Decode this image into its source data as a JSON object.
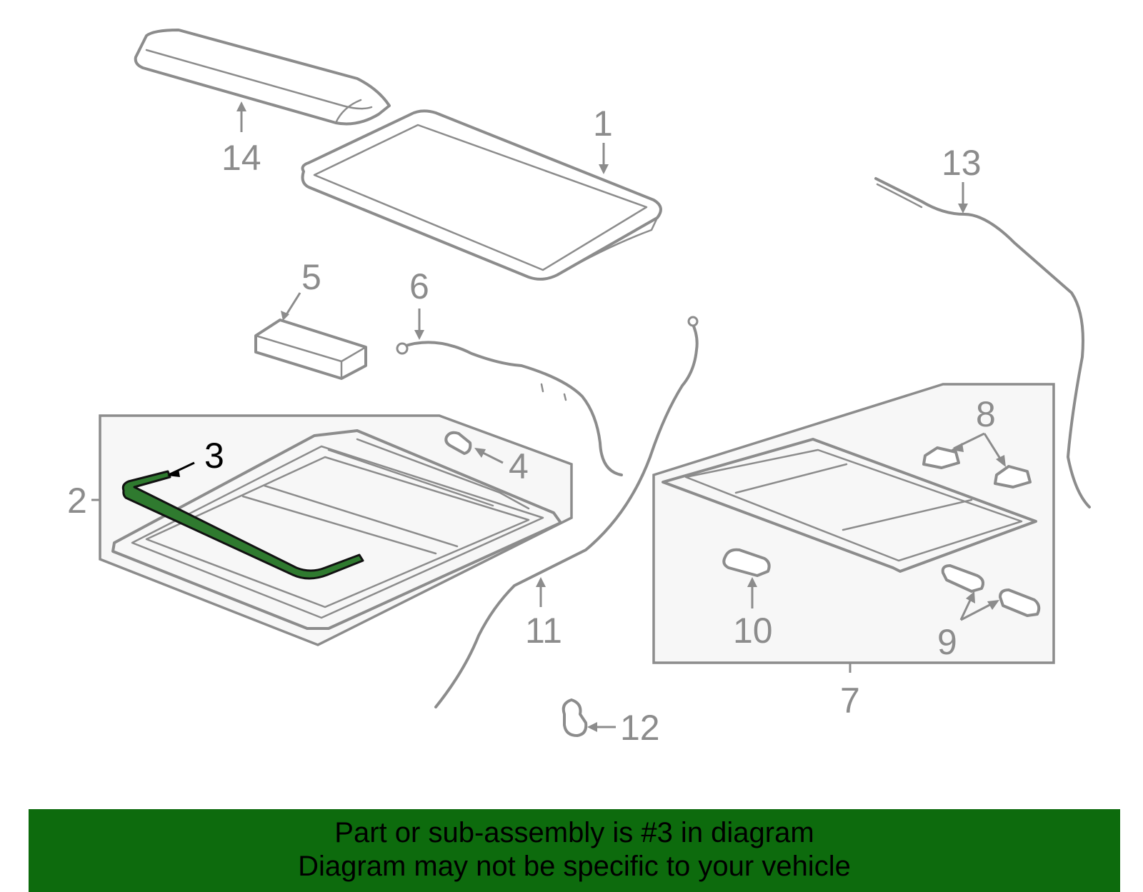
{
  "callouts": {
    "c1": "1",
    "c2": "2",
    "c3": "3",
    "c4": "4",
    "c5": "5",
    "c6": "6",
    "c7": "7",
    "c8": "8",
    "c9": "9",
    "c10": "10",
    "c11": "11",
    "c12": "12",
    "c13": "13",
    "c14": "14"
  },
  "highlighted_part": "3",
  "colors": {
    "line": "#8c8c8c",
    "highlight": "#2f7a2f",
    "banner": "#0d6b0d"
  },
  "banner": {
    "line1": "Part or sub-assembly is #3 in diagram",
    "line2": "Diagram may not be specific to your vehicle"
  }
}
